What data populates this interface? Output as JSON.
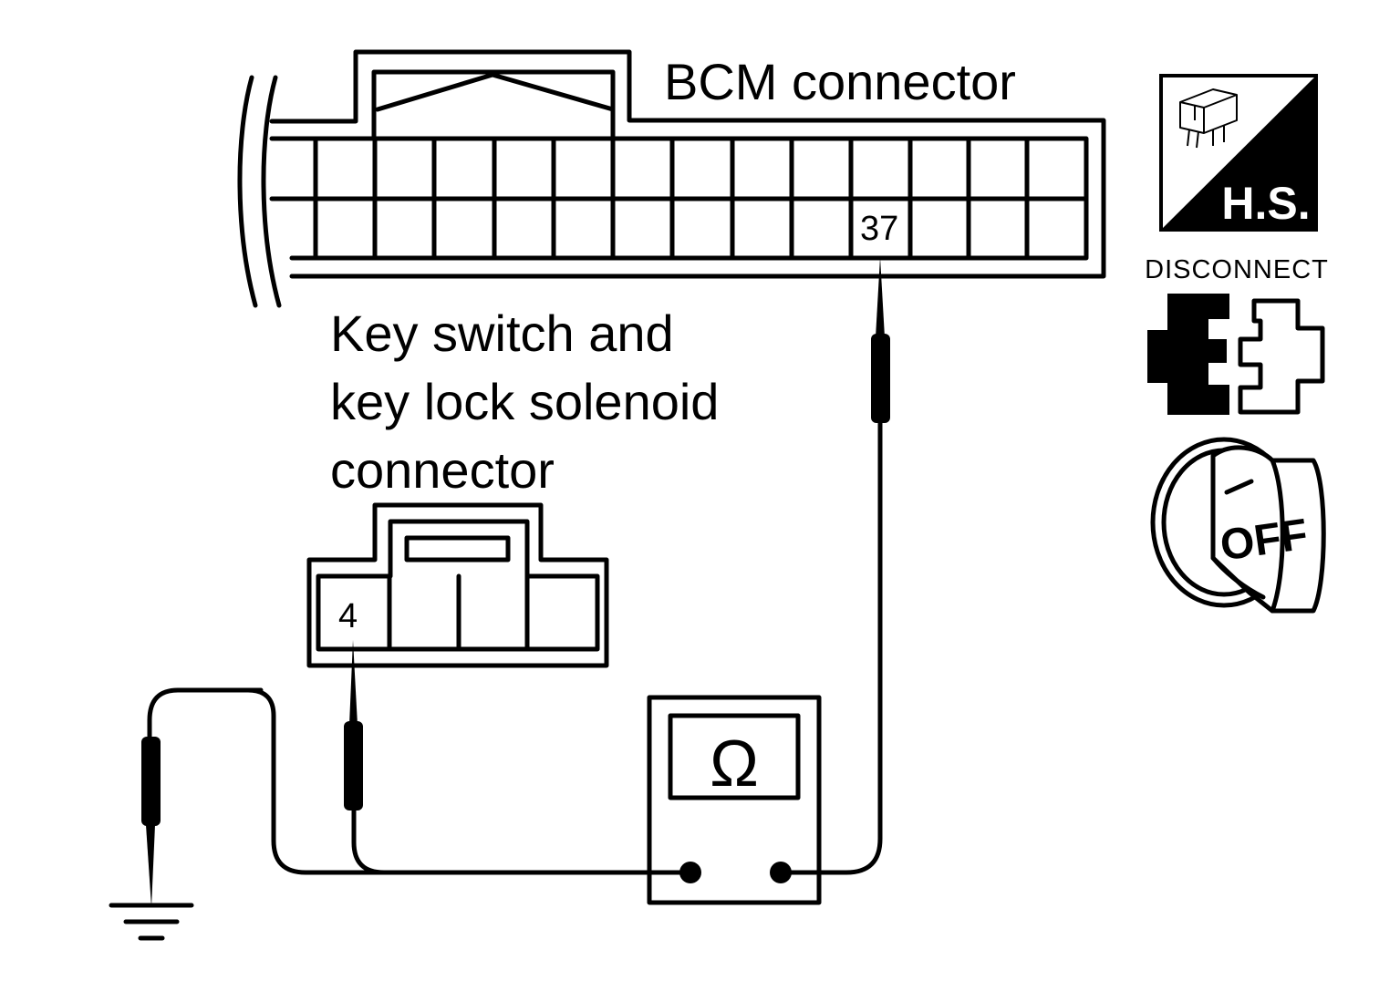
{
  "bcm_connector": {
    "label": "BCM connector",
    "pin_label": "37"
  },
  "key_switch_connector": {
    "label_line1": "Key switch and",
    "label_line2": "key lock solenoid",
    "label_line3": "connector",
    "pin_label": "4"
  },
  "meter": {
    "symbol": "Ω"
  },
  "icons": {
    "harness_side_label": "H.S.",
    "disconnect_label": "DISCONNECT",
    "ignition_label": "OFF"
  }
}
